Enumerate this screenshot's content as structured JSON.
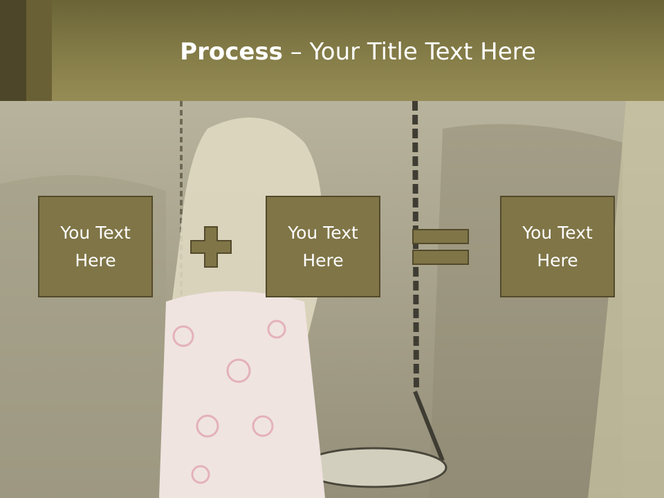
{
  "title": {
    "bold": "Process",
    "dash": " – ",
    "rest": "Your Title Text Here"
  },
  "boxes": [
    {
      "label": "You Text Here"
    },
    {
      "label": "You Text Here"
    },
    {
      "label": "You Text Here"
    }
  ],
  "operators": {
    "first": "plus-icon",
    "second": "equals-icon"
  },
  "colors": {
    "header": "#857d48",
    "box_fill": "#7f7547",
    "box_border": "#534a2b",
    "text": "#ffffff"
  }
}
